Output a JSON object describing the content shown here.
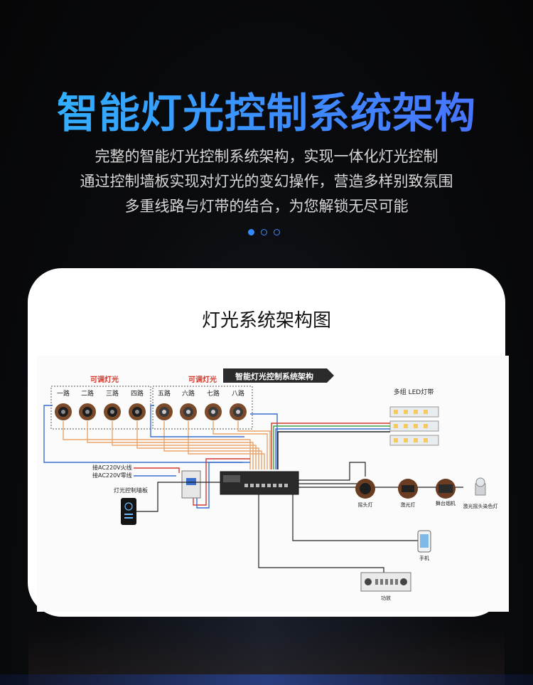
{
  "header": {
    "title": "智能灯光控制系统架构",
    "desc_lines": [
      "完整的智能灯光控制系统架构，实现一体化灯光控制",
      "通过控制墙板实现对灯光的变幻操作，营造多样别致氛围",
      "多重线路与灯带的结合，为您解锁无尽可能"
    ],
    "pagination": {
      "count": 3,
      "active": 0
    }
  },
  "card": {
    "title": "灯光系统架构图"
  },
  "diagram": {
    "banner": "智能灯光控制系统架构",
    "group_left_label": "可调灯光",
    "group_right_label": "可调灯光",
    "channels": [
      "一路",
      "二路",
      "三路",
      "四路",
      "五路",
      "六路",
      "七路",
      "八路"
    ],
    "led_label": "多组 LED灯带",
    "ac_live": "接AC220V火线",
    "ac_neutral": "接AC220V零线",
    "wall_panel": "灯光控制墙板",
    "devices": {
      "moving_head": "摇头灯",
      "laser": "激光灯",
      "fog": "舞台烟机",
      "laser_moving_head": "激光摇头染色灯",
      "phone": "手机",
      "amplifier": "功放"
    }
  }
}
